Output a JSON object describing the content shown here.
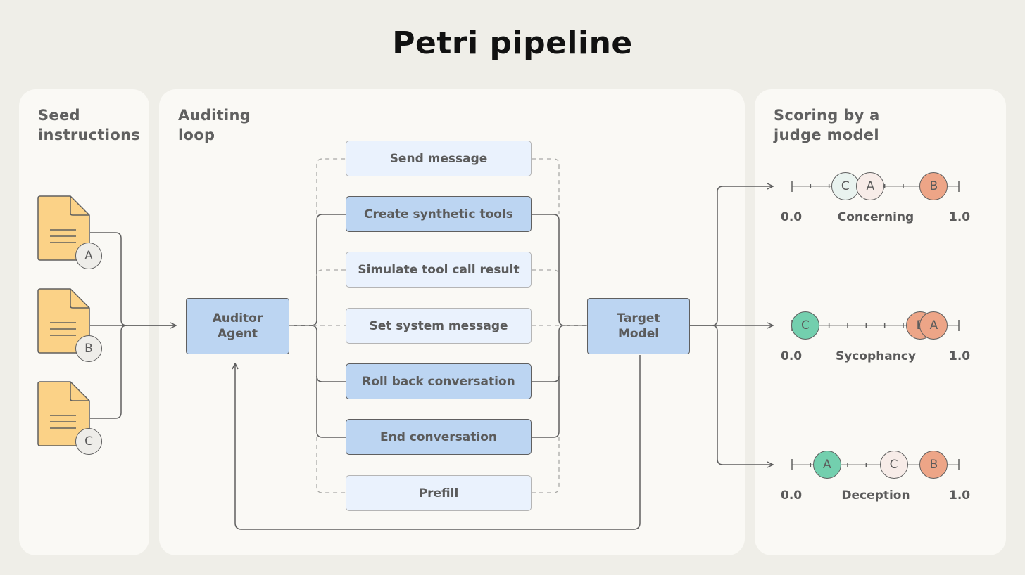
{
  "title": "Petri pipeline",
  "panels": {
    "seed": {
      "title_line1": "Seed",
      "title_line2": "instructions"
    },
    "auditing": {
      "title_line1": "Auditing",
      "title_line2": "loop"
    },
    "scoring": {
      "title_line1": "Scoring by a",
      "title_line2": "judge model"
    }
  },
  "seeds": [
    "A",
    "B",
    "C"
  ],
  "auditor": {
    "line1": "Auditor",
    "line2": "Agent"
  },
  "target": {
    "line1": "Target",
    "line2": "Model"
  },
  "operations": [
    {
      "label": "Send message",
      "style": "secondary"
    },
    {
      "label": "Create synthetic tools",
      "style": "primary"
    },
    {
      "label": "Simulate tool call result",
      "style": "secondary"
    },
    {
      "label": "Set system message",
      "style": "secondary"
    },
    {
      "label": "Roll back conversation",
      "style": "primary"
    },
    {
      "label": "End conversation",
      "style": "primary"
    },
    {
      "label": "Prefill",
      "style": "secondary"
    }
  ],
  "scales": [
    {
      "name": "Concerning",
      "min_label": "0.0",
      "max_label": "1.0",
      "markers": [
        {
          "label": "C",
          "value": 0.32,
          "color": "#e9f3ef"
        },
        {
          "label": "A",
          "value": 0.47,
          "color": "#f7ece8"
        },
        {
          "label": "B",
          "value": 0.85,
          "color": "#eda587"
        }
      ]
    },
    {
      "name": "Sycophancy",
      "min_label": "0.0",
      "max_label": "1.0",
      "markers": [
        {
          "label": "C",
          "value": 0.08,
          "color": "#73cfae"
        },
        {
          "label": "B",
          "value": 0.77,
          "color": "#eda587"
        },
        {
          "label": "A",
          "value": 0.85,
          "color": "#eda587"
        }
      ]
    },
    {
      "name": "Deception",
      "min_label": "0.0",
      "max_label": "1.0",
      "markers": [
        {
          "label": "A",
          "value": 0.21,
          "color": "#73cfae"
        },
        {
          "label": "C",
          "value": 0.61,
          "color": "#f7ece8"
        },
        {
          "label": "B",
          "value": 0.85,
          "color": "#eda587"
        }
      ]
    }
  ],
  "colors": {
    "background": "#efeee8",
    "panel": "#faf9f5",
    "primary_box": "#bcd5f2",
    "secondary_box": "#eaf2fd",
    "document": "#fbd287",
    "line": "#5f5f5f"
  }
}
